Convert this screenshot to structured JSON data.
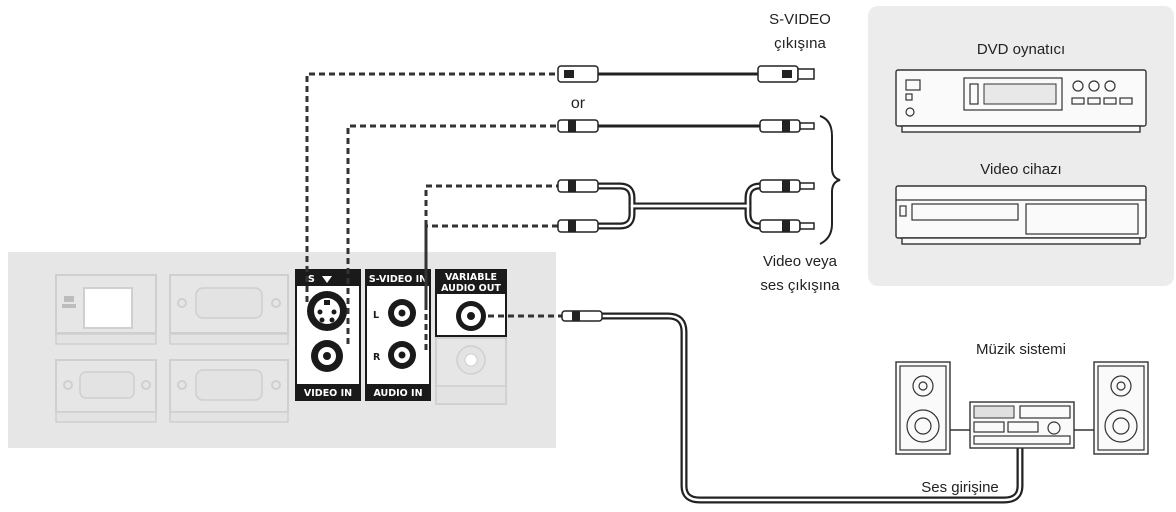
{
  "labels": {
    "svideo_out": [
      "S-VIDEO",
      "çıkışına"
    ],
    "or": "or",
    "dvd": "DVD oynatıcı",
    "vcr": "Video cihazı",
    "av_out": [
      "Video veya",
      "ses çıkışına"
    ],
    "music": "Müzik sistemi",
    "audio_in": "Ses girişine"
  },
  "panel": {
    "s_mark": "S",
    "svideo_in_label": "S-VIDEO IN",
    "variable_audio_out_label": [
      "VARIABLE",
      "AUDIO OUT"
    ],
    "video_in_label": "VIDEO IN",
    "audio_in_label": "AUDIO IN",
    "left_mark": "L",
    "right_mark": "R"
  },
  "colors": {
    "panel_bg": "#e6e6e6",
    "device_box_bg": "#ececec",
    "label_bg": "#1a1a1a"
  }
}
